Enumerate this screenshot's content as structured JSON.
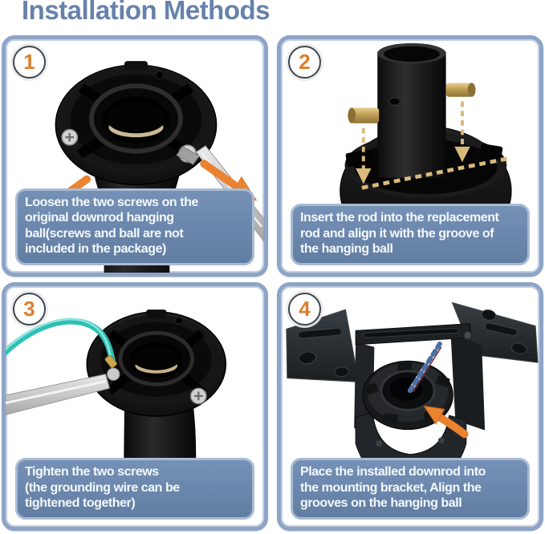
{
  "page": {
    "title": "Installation Methods"
  },
  "colors": {
    "title_text": "#6681ab",
    "panel_border": "#8ea4c6",
    "caption_background": "#6a86ac",
    "caption_border": "#a9bbd4",
    "caption_text": "#f4f8fc",
    "step_number": "#dd7e2b",
    "arrow_orange": "#ea8330",
    "dashed_guide_tan": "#d9b97c",
    "grounding_wire_teal": "#2fbfb4",
    "brass_pin": "#c0a055"
  },
  "steps": [
    {
      "number": "1",
      "caption": "Loosen the two screws on the\noriginal downrod hanging\nball(screws and ball are not\nincluded in the package)",
      "illustration": "downrod-hanging-ball-with-screwdriver-and-arrows"
    },
    {
      "number": "2",
      "caption": "Insert the rod into the replacement\nrod and align it with the groove of\nthe hanging ball",
      "illustration": "rod-with-brass-pin-aligned-to-ball-groove"
    },
    {
      "number": "3",
      "caption": "Tighten the two screws\n(the grounding wire can be\ntightened together)",
      "illustration": "hanging-ball-with-grounding-wire-and-screwdriver"
    },
    {
      "number": "4",
      "caption": "Place the installed downrod into\nthe mounting bracket, Align the\ngrooves on the hanging ball",
      "illustration": "downrod-ball-in-mounting-bracket-with-arrow"
    }
  ]
}
